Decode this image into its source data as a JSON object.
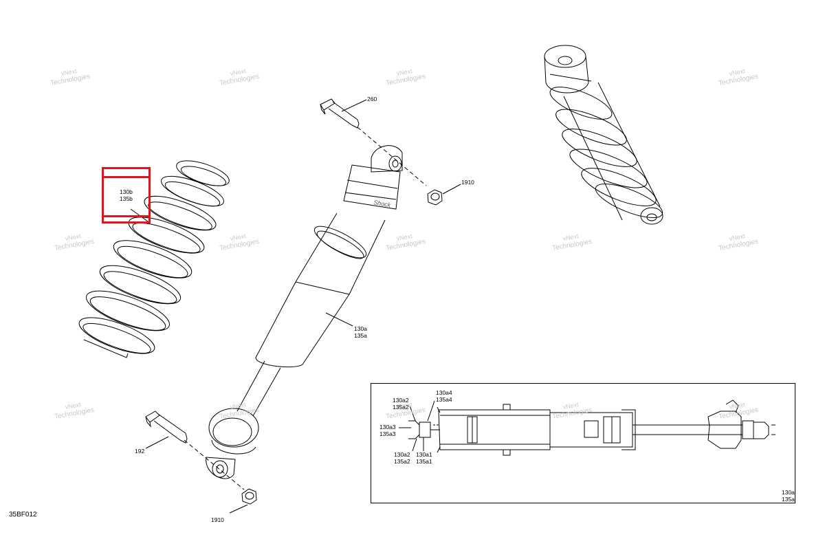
{
  "diagram_code": "35BF012",
  "callouts": {
    "spring_primary": "130b",
    "spring_secondary": "135b",
    "bolt_top": "260",
    "nut_top": "1910",
    "shock_primary": "130a",
    "shock_secondary": "135a",
    "bolt_bottom": "192",
    "nut_bottom": "1910"
  },
  "inset_callouts": {
    "a2_top_primary": "130a2",
    "a2_top_secondary": "135a2",
    "a4_primary": "130a4",
    "a4_secondary": "135a4",
    "a3_primary": "130a3",
    "a3_secondary": "135a3",
    "a2_bottom_primary": "130a2",
    "a2_bottom_secondary": "135a2",
    "a1_primary": "130a1",
    "a1_secondary": "135a1",
    "a_primary": "130a",
    "a_secondary": "135a"
  },
  "watermark": {
    "line1": "vNext",
    "line2": "Technologies"
  },
  "highlight_color": "#e0141e"
}
